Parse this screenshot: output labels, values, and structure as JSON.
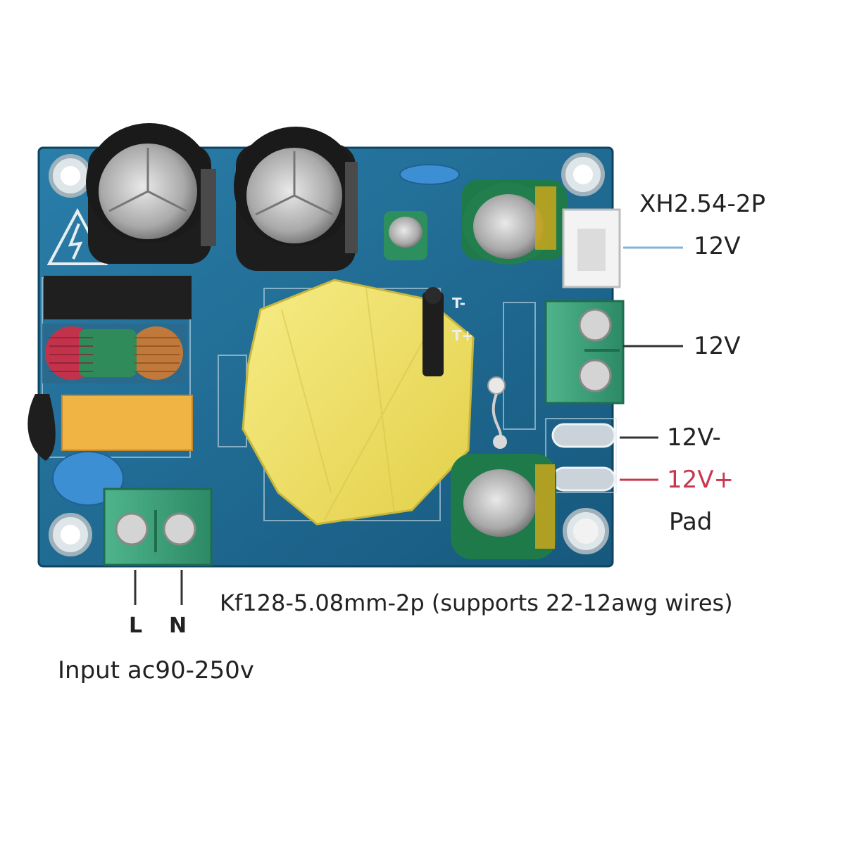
{
  "labels": {
    "xh_connector": "XH2.54-2P",
    "xh_voltage": "12V",
    "terminal_voltage": "12V",
    "pad_negative": "12V-",
    "pad_positive": "12V+",
    "pad_caption": "Pad",
    "output_terminal_spec": "Kf128-5.08mm-2p (supports 22-12awg wires)",
    "line_label": "L",
    "neutral_label": "N",
    "input_spec": "Input ac90-250v"
  },
  "board_markings": {
    "t_minus": "T-",
    "t_plus": "T+"
  },
  "colors": {
    "pcb": "#1f6f9a",
    "terminal": "#3aa17a",
    "transformer_tape": "#f1e36a",
    "positive_label": "#c8374e",
    "leader_line_light": "#7fb5d6",
    "leader_line_dark": "#333333"
  }
}
